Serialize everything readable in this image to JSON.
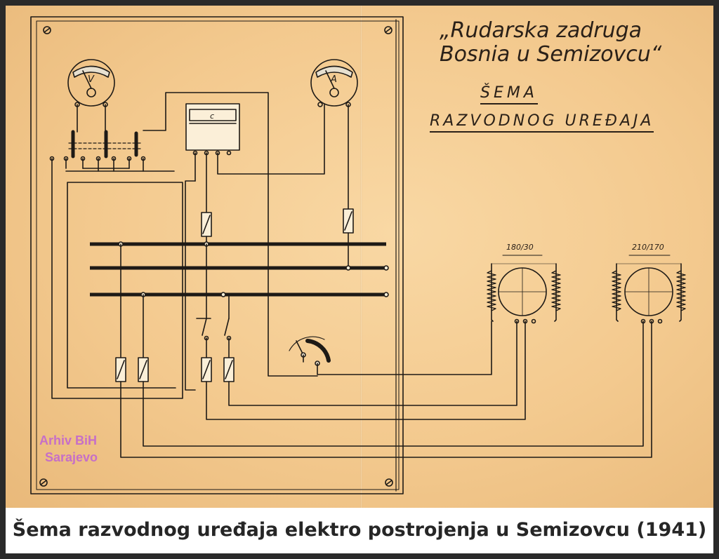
{
  "organization": {
    "line1": "„Rudarska zadruga",
    "line2": "Bosnia u Semizovcu“"
  },
  "diagram_title": {
    "line1": "ŠEMA",
    "line2": "RAZVODNOG UREĐAJA"
  },
  "instruments": {
    "voltmeter": "V",
    "ammeter": "A",
    "meter": "c"
  },
  "generators": [
    {
      "label": "180/30"
    },
    {
      "label": "210/170"
    }
  ],
  "watermark": {
    "line1": "Arhiv BiH",
    "line2": "Sarajevo"
  },
  "caption": "Šema razvodnog uređaja elektro postrojenja u Semizovcu (1941)",
  "colors": {
    "paper": "#f3c98e",
    "ink": "#1e1a16",
    "watermark": "#c66fc7"
  }
}
